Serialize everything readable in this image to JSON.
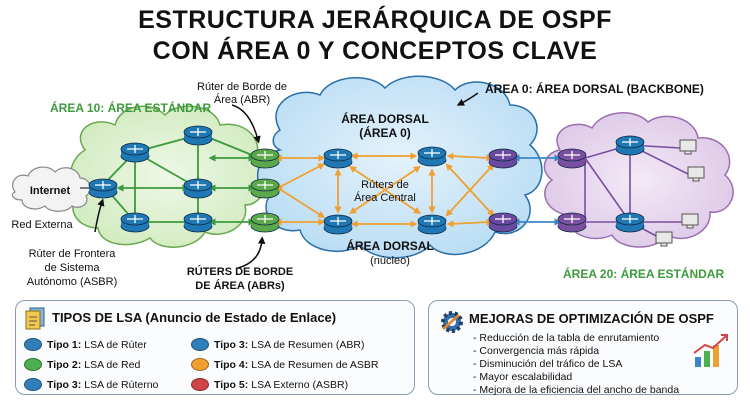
{
  "title": {
    "line1": "ESTRUCTURA JERÁRQUICA DE OSPF",
    "line2": "CON ÁREA 0 Y CONCEPTOS CLAVE"
  },
  "diagram": {
    "area10_label": "ÁREA 10: ÁREA ESTÁNDAR",
    "area0_label": "ÁREA 0: ÁREA DORSAL (BACKBONE)",
    "area20_label": "ÁREA 20: ÁREA ESTÁNDAR",
    "backbone_title_1": "ÁREA DORSAL",
    "backbone_title_2": "(ÁREA 0)",
    "backbone_core_1": "ÁREA DORSAL",
    "backbone_core_2": "(núcleo)",
    "central_1": "Rúters de",
    "central_2": "Área Central",
    "abr_top_1": "Rúter de Borde de",
    "abr_top_2": "Área (ABR)",
    "abrs_1": "RÚTERS DE BORDE",
    "abrs_2": "DE ÁREA (ABRs)",
    "internet": "Internet",
    "external": "Red Externa",
    "asbr_1": "Rúter de Frontera",
    "asbr_2": "de Sistema",
    "asbr_3": "Autónomo (ASBR)"
  },
  "lsa_panel": {
    "title": "TIPOS DE LSA (Anuncio de Estado de Enlace)",
    "items": [
      {
        "type": "Tipo 1:",
        "desc": "LSA de Rúter",
        "color": "#2f7fb8"
      },
      {
        "type": "Tipo 2:",
        "desc": "LSA de Red",
        "color": "#4caf50"
      },
      {
        "type": "Tipo 3:",
        "desc": "LSA de Rúterno",
        "color": "#2f7fb8"
      },
      {
        "type": "Tipo 3:",
        "desc": "LSA de Resumen (ABR)",
        "color": "#2f7fb8"
      },
      {
        "type": "Tipo 4:",
        "desc": "LSA de Resumen de ASBR",
        "color": "#f0a030"
      },
      {
        "type": "Tipo 5:",
        "desc": "LSA Externo (ASBR)",
        "color": "#d04545"
      }
    ]
  },
  "opt_panel": {
    "title": "MEJORAS DE OPTIMIZACIÓN DE OSPF",
    "items": [
      "- Reducción de la tabla de enrutamiento",
      "- Convergencia más rápida",
      "- Disminución del tráfico de LSA",
      "- Mayor escalabilidad",
      "- Mejora de la eficiencia del ancho de banda"
    ]
  }
}
